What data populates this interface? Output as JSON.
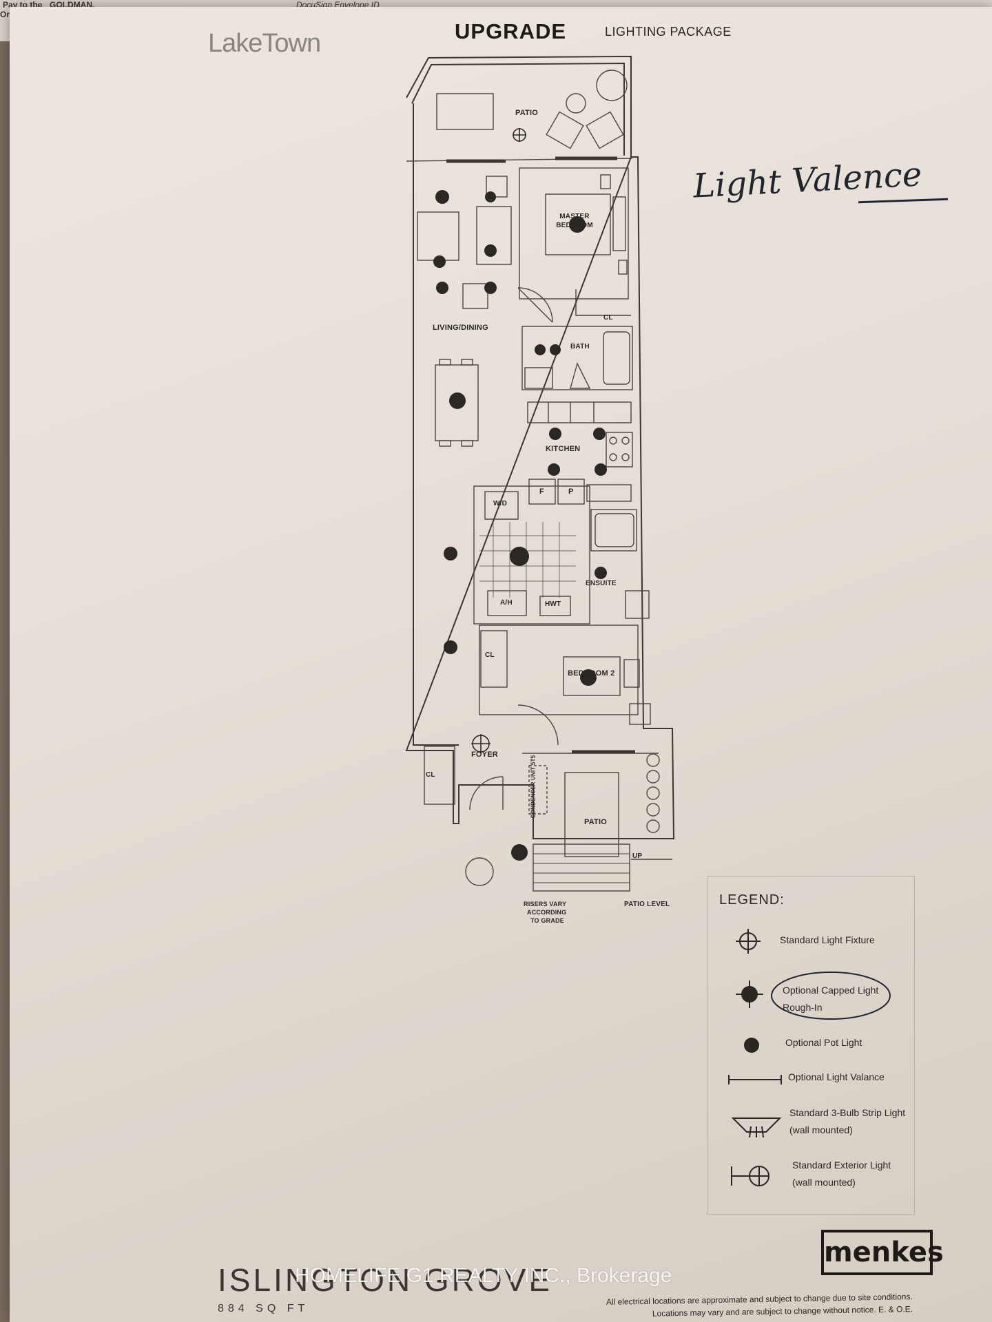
{
  "background_sheet": {
    "fragments": [
      "Pay to the",
      "Orde",
      "GOLDMAN,",
      "DocuSign Envelope ID"
    ]
  },
  "header": {
    "logo_text": "LakeTown",
    "title_bold": "UPGRADE",
    "title_rest": "LIGHTING PACKAGE"
  },
  "annotation": {
    "handwritten": "Light Valence"
  },
  "floor_plan": {
    "rooms": {
      "patio_top": "PATIO",
      "master_bedroom": "MASTER BEDROOM",
      "cl_master": "CL",
      "living_dining": "LIVING/DINING",
      "bath": "BATH",
      "kitchen": "KITCHEN",
      "fridge": "F",
      "pantry": "P",
      "washer_dryer": "W/D",
      "ensuite": "ENSUITE",
      "air_handler": "A/H",
      "hot_water_tank": "HWT",
      "cl_bedroom2": "CL",
      "bedroom2": "BEDROOM 2",
      "foyer": "FOYER",
      "cl_foyer": "CL",
      "condenser": "CONDENSER UNIT 5T5",
      "patio_bottom": "PATIO",
      "up": "UP",
      "risers_1": "RISERS VARY",
      "risers_2": "ACCORDING",
      "risers_3": "TO GRADE",
      "patio_level": "PATIO LEVEL"
    }
  },
  "legend": {
    "title": "LEGEND:",
    "items": [
      {
        "lines": [
          "Standard Light Fixture"
        ]
      },
      {
        "lines": [
          "Optional Capped Light",
          "Rough-In"
        ]
      },
      {
        "lines": [
          "Optional Pot Light"
        ]
      },
      {
        "lines": [
          "Optional Light Valance"
        ]
      },
      {
        "lines": [
          "Standard 3-Bulb Strip Light",
          "(wall mounted)"
        ]
      },
      {
        "lines": [
          "Standard Exterior Light",
          "(wall mounted)"
        ]
      }
    ]
  },
  "footer": {
    "building": "ISLINGTON GROVE",
    "sqft": "884 SQ FT",
    "watermark": "HOMELIFE G1 REALTY INC., Brokerage",
    "brand": "menkes",
    "disclaimer_1": "All electrical locations are approximate and subject to change due to site conditions.",
    "disclaimer_2": "Locations may vary and are subject to change without notice. E. & O.E."
  }
}
